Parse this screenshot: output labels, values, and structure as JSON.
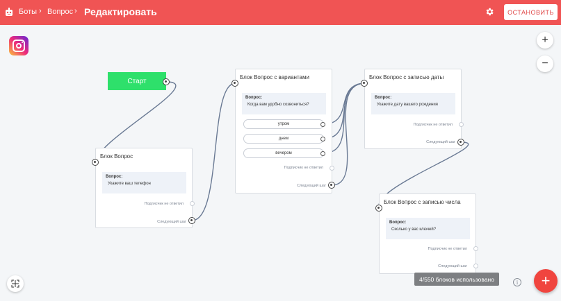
{
  "header": {
    "crumb_bots": "Боты",
    "crumb_question": "Вопрос",
    "title": "Редактировать",
    "stop_label": "ОСТАНОВИТЬ",
    "background": "#f05454"
  },
  "canvas": {
    "start_label": "Старт",
    "zoom_in": "+",
    "zoom_out": "−",
    "usage_text": "4/550 блоков использовано",
    "info_glyph": "i",
    "add_glyph": "+"
  },
  "blocks": {
    "question": {
      "title": "Блок Вопрос",
      "q_label": "Вопрос:",
      "q_text": "Укажите ваш телефон",
      "no_answer": "Подписчик не ответил",
      "next_step": "Следующий шаг"
    },
    "options": {
      "title": "Блок Вопрос с вариантами",
      "q_label": "Вопрос:",
      "q_text": "Когда вам удобно созвониться?",
      "options": [
        "утром",
        "днем",
        "вечером"
      ],
      "no_answer": "Подписчик не ответил",
      "next_step": "Следующий шаг"
    },
    "date": {
      "title": "Блок Вопрос с записью даты",
      "q_label": "Вопрос:",
      "q_text": "Укажите дату вашего рождения",
      "no_answer": "Подписчик не ответил",
      "next_step": "Следующий шаг"
    },
    "number": {
      "title": "Блок Вопрос с записью числа",
      "q_label": "Вопрос:",
      "q_text": "Сколько у вас ключей?",
      "no_answer": "Подписчик не ответил",
      "next_step": "Следующий шаг"
    }
  },
  "colors": {
    "start": "#2ee06b",
    "accent": "#f05454",
    "wire": "#6a7a94"
  },
  "icons": [
    "bot-icon",
    "gear-icon",
    "instagram-icon",
    "fit-screen-icon",
    "info-icon",
    "plus-icon"
  ]
}
